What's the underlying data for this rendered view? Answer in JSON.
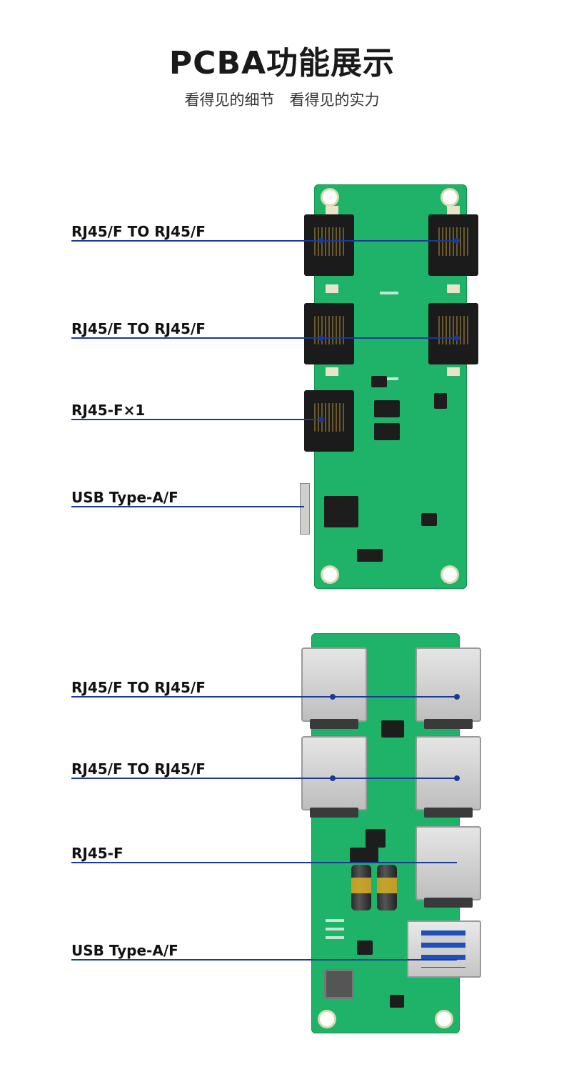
{
  "header": {
    "title": "PCBA功能展示",
    "subtitle": "看得见的细节　看得见的实力"
  },
  "top_board": {
    "callouts": [
      {
        "label": "RJ45/F TO RJ45/F"
      },
      {
        "label": "RJ45/F TO RJ45/F"
      },
      {
        "label": "RJ45-F×1"
      },
      {
        "label": "USB Type-A/F"
      }
    ]
  },
  "bottom_board": {
    "callouts": [
      {
        "label": "RJ45/F TO RJ45/F"
      },
      {
        "label": "RJ45/F TO RJ45/F"
      },
      {
        "label": "RJ45-F"
      },
      {
        "label": "USB Type-A/F"
      }
    ]
  },
  "colors": {
    "pcb_green": "#1fb36a",
    "leader_blue": "#1a3a96",
    "text": "#111111"
  }
}
